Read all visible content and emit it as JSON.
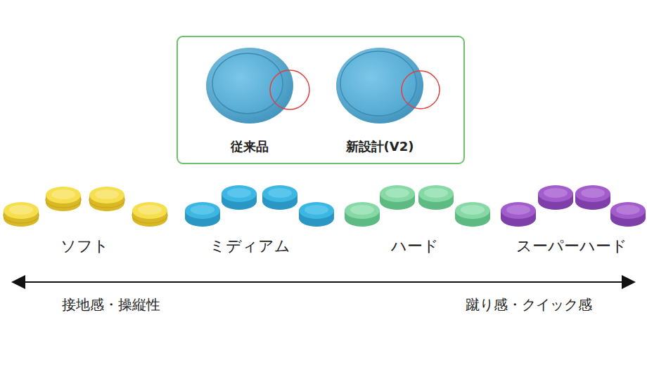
{
  "diagram": {
    "labels": [
      "従来品",
      "新設計(V2)",
      "ソフト",
      "ミディアム",
      "ハード",
      "スーパーハード",
      "接地感・操縦性",
      "蹴り感・クイック感"
    ]
  }
}
